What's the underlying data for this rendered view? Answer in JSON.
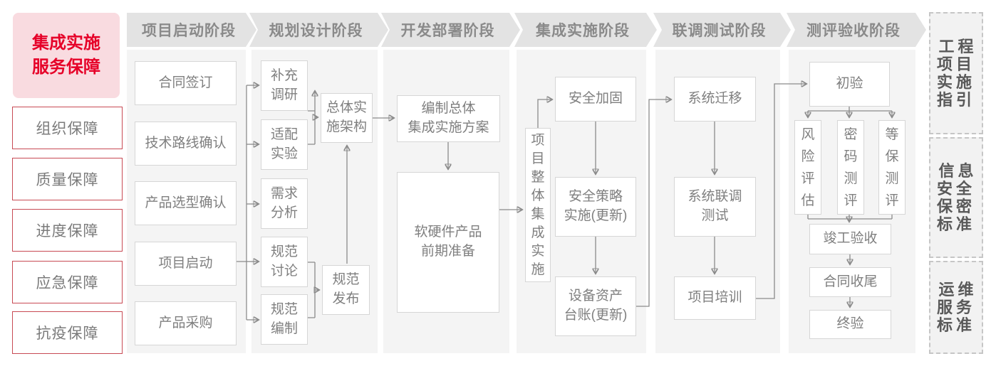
{
  "sidebar": {
    "title": "集成实施\n服务保障",
    "items": [
      "组织保障",
      "质量保障",
      "进度保障",
      "应急保障",
      "抗疫保障"
    ]
  },
  "phase_headers": [
    "项目启动阶段",
    "规划设计阶段",
    "开发部署阶段",
    "集成实施阶段",
    "联调测试阶段",
    "测评验收阶段"
  ],
  "p1": [
    "合同签订",
    "技术路线确认",
    "产品选型确认",
    "项目启动",
    "产品采购"
  ],
  "p2": {
    "left": [
      "补充\n调研",
      "适配\n实验",
      "需求\n分析",
      "规范\n讨论",
      "规范\n编制"
    ],
    "arch": "总体实\n施架构",
    "publish": "规范\n发布"
  },
  "p3": {
    "plan": "编制总体\n集成实施方案",
    "prep": "软硬件产品\n前期准备"
  },
  "p4": {
    "overall": "项目整体集成实施",
    "boxes": [
      "安全加固",
      "安全策略\n实施(更新)",
      "设备资产\n台账(更新)"
    ]
  },
  "p5": [
    "系统迁移",
    "系统联调\n测试",
    "项目培训"
  ],
  "p6": {
    "first": "初验",
    "tests": [
      "风险评估",
      "密码测评",
      "等保测评"
    ],
    "after": [
      "竣工验收",
      "合同收尾",
      "终验"
    ]
  },
  "standards": [
    "工程\n项目\n实施\n指引",
    "信息\n安全\n保密\n标准",
    "运维\n服务\n标准"
  ],
  "colors": {
    "accent_red": "#e60028",
    "red_border": "#c84a54",
    "pink_bg": "#f9dbe0",
    "band_bg": "#e3e3e3",
    "panel_bg": "#f4f4f4",
    "box_border": "#d6d6d6",
    "text_gray": "#7f7f7f",
    "line_gray": "#8a8a8a"
  }
}
